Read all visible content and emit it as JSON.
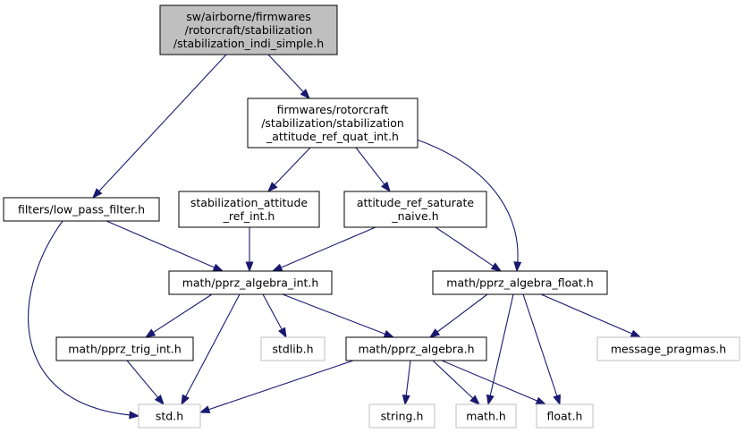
{
  "diagram": {
    "nodes": [
      {
        "id": "root",
        "lines": [
          "sw/airborne/firmwares",
          "/rotorcraft/stabilization",
          "/stabilization_indi_simple.h"
        ],
        "style": "highlight"
      },
      {
        "id": "ref_quat",
        "lines": [
          "firmwares/rotorcraft",
          "/stabilization/stabilization",
          "_attitude_ref_quat_int.h"
        ],
        "style": "normal"
      },
      {
        "id": "lpf",
        "lines": [
          "filters/low_pass_filter.h"
        ],
        "style": "normal"
      },
      {
        "id": "ref_int",
        "lines": [
          "stabilization_attitude",
          "_ref_int.h"
        ],
        "style": "normal"
      },
      {
        "id": "saturate",
        "lines": [
          "attitude_ref_saturate",
          "_naive.h"
        ],
        "style": "normal"
      },
      {
        "id": "alg_int",
        "lines": [
          "math/pprz_algebra_int.h"
        ],
        "style": "normal"
      },
      {
        "id": "alg_float",
        "lines": [
          "math/pprz_algebra_float.h"
        ],
        "style": "normal"
      },
      {
        "id": "trig",
        "lines": [
          "math/pprz_trig_int.h"
        ],
        "style": "normal"
      },
      {
        "id": "stdlib",
        "lines": [
          "stdlib.h"
        ],
        "style": "missing"
      },
      {
        "id": "alg",
        "lines": [
          "math/pprz_algebra.h"
        ],
        "style": "normal"
      },
      {
        "id": "msgp",
        "lines": [
          "message_pragmas.h"
        ],
        "style": "missing"
      },
      {
        "id": "stdh",
        "lines": [
          "std.h"
        ],
        "style": "missing"
      },
      {
        "id": "string",
        "lines": [
          "string.h"
        ],
        "style": "missing"
      },
      {
        "id": "math",
        "lines": [
          "math.h"
        ],
        "style": "missing"
      },
      {
        "id": "float",
        "lines": [
          "float.h"
        ],
        "style": "missing"
      }
    ],
    "edges": [
      [
        "root",
        "ref_quat"
      ],
      [
        "root",
        "lpf"
      ],
      [
        "ref_quat",
        "ref_int"
      ],
      [
        "ref_quat",
        "saturate"
      ],
      [
        "ref_quat",
        "alg_float"
      ],
      [
        "lpf",
        "alg_int"
      ],
      [
        "lpf",
        "stdh"
      ],
      [
        "ref_int",
        "alg_int"
      ],
      [
        "saturate",
        "alg_int"
      ],
      [
        "saturate",
        "alg_float"
      ],
      [
        "alg_int",
        "trig"
      ],
      [
        "alg_int",
        "stdlib"
      ],
      [
        "alg_int",
        "alg"
      ],
      [
        "alg_int",
        "stdh"
      ],
      [
        "alg_float",
        "alg"
      ],
      [
        "alg_float",
        "msgp"
      ],
      [
        "alg_float",
        "math"
      ],
      [
        "alg_float",
        "float"
      ],
      [
        "trig",
        "stdh"
      ],
      [
        "alg",
        "stdh"
      ],
      [
        "alg",
        "string"
      ],
      [
        "alg",
        "math"
      ],
      [
        "alg",
        "float"
      ]
    ],
    "colors": {
      "edge": "#191970",
      "highlight_fill": "#bfbfbf",
      "normal_stroke": "#000000",
      "missing_stroke": "#bfbfbf"
    }
  }
}
